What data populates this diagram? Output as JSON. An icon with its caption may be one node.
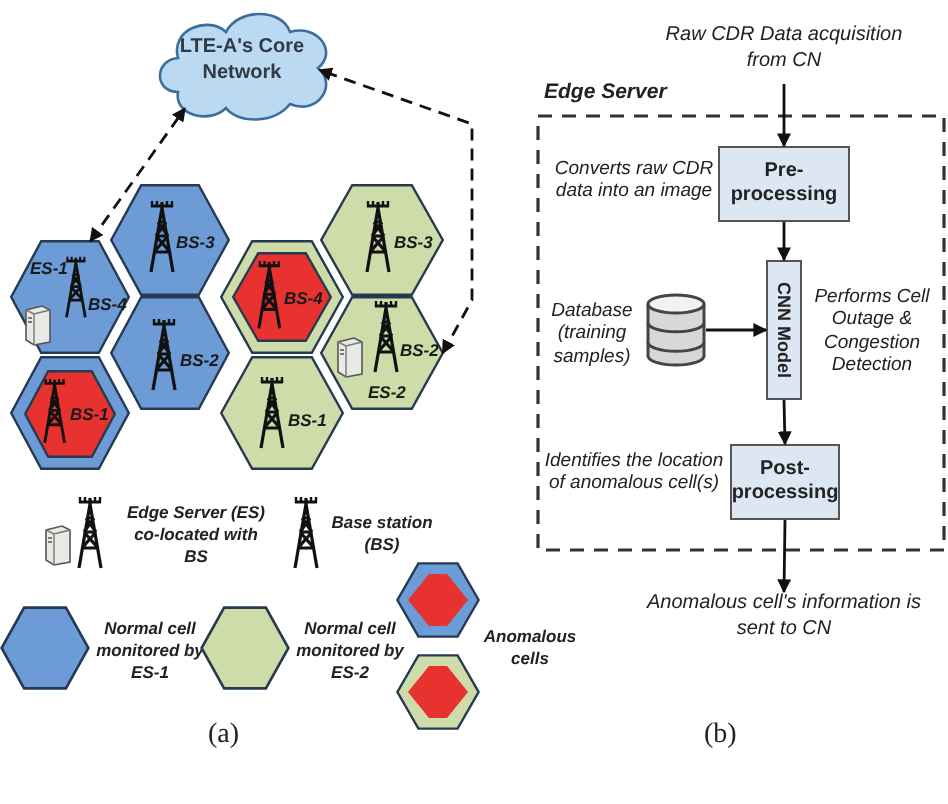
{
  "diagram": {
    "nodes": [
      {
        "text": [
          "LTE-A's Core Network"
        ]
      },
      {
        "text": [
          "BS-3"
        ]
      },
      {
        "text": [
          "ES-1",
          "BS-4"
        ]
      },
      {
        "text": [
          "BS-2"
        ]
      },
      {
        "text": [],
        "shape": "hexagon"
      },
      {
        "text": [
          "BS-1"
        ],
        "in": 4
      },
      {
        "text": [
          "BS-3"
        ]
      },
      {
        "text": [],
        "shape": "hexagon"
      },
      {
        "text": [
          "BS-4"
        ],
        "in": 7
      },
      {
        "text": [
          "BS-2",
          "ES-2"
        ]
      },
      {
        "text": [
          "BS-1"
        ]
      },
      {
        "text": [
          "Edge Server"
        ]
      },
      {
        "text": [
          "Raw CDR Data acquisition from CN"
        ]
      },
      {
        "text": [
          "Pre-processing"
        ],
        "in": 11,
        "beside": [
          "Converts raw CDR data into an image"
        ]
      },
      {
        "text": [
          "CNN Model"
        ],
        "in": 11,
        "beside": [
          "Performs Cell Outage & Congestion Detection"
        ]
      },
      {
        "text": [],
        "shape": "cylinder",
        "in": 11,
        "beside": [
          "Database (training samples)"
        ]
      },
      {
        "text": [
          "Post-processing"
        ],
        "in": 11,
        "beside": [
          "Identifies the location of anomalous cell(s)"
        ]
      },
      {
        "text": [
          "Anomalous cell's information is sent to CN"
        ]
      }
    ],
    "edges": [
      {
        "from": 12,
        "to": 13,
        "arrow": "to"
      },
      {
        "from": 13,
        "to": 14,
        "arrow": "to"
      },
      {
        "from": 15,
        "to": 14,
        "arrow": "to"
      },
      {
        "from": 14,
        "to": 16,
        "arrow": "to"
      },
      {
        "from": 16,
        "to": 17,
        "arrow": "to"
      },
      {
        "from": 2,
        "to": 0,
        "arrow": "both",
        "style": "dashed"
      },
      {
        "from": 9,
        "to": 0,
        "arrow": "both",
        "style": "dashed"
      }
    ],
    "labels": [
      "(a)",
      "(b)"
    ],
    "legend": [
      {
        "text": "Edge Server (ES) co-located with BS"
      },
      {
        "text": "Base station (BS)"
      },
      {
        "text": "Normal cell monitored by ES-1",
        "color": "#6d9bd6"
      },
      {
        "text": "Normal cell monitored by ES-2",
        "color": "#cddca8"
      },
      {
        "text": "Anomalous cells"
      }
    ]
  }
}
